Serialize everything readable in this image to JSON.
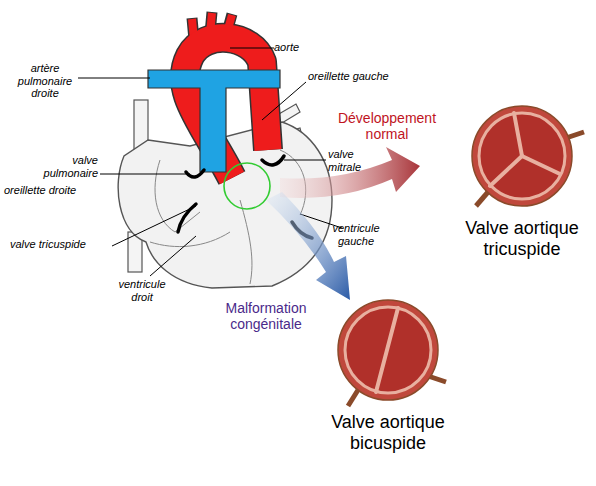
{
  "diagram": {
    "nodes": [
      {
        "text": [
          "Valve aortique tricuspide"
        ]
      },
      {
        "text": [
          "Valve aortique bicuspide"
        ]
      }
    ],
    "labels": [
      "aorte",
      "artère pulmonaire droite",
      "oreillette gauche",
      "valve pulmonaire",
      "valve mitrale",
      "oreillette droite",
      "valve tricuspide",
      "ventricule gauche",
      "ventricule droit",
      "Développement normal",
      "Malformation congénitale"
    ]
  }
}
